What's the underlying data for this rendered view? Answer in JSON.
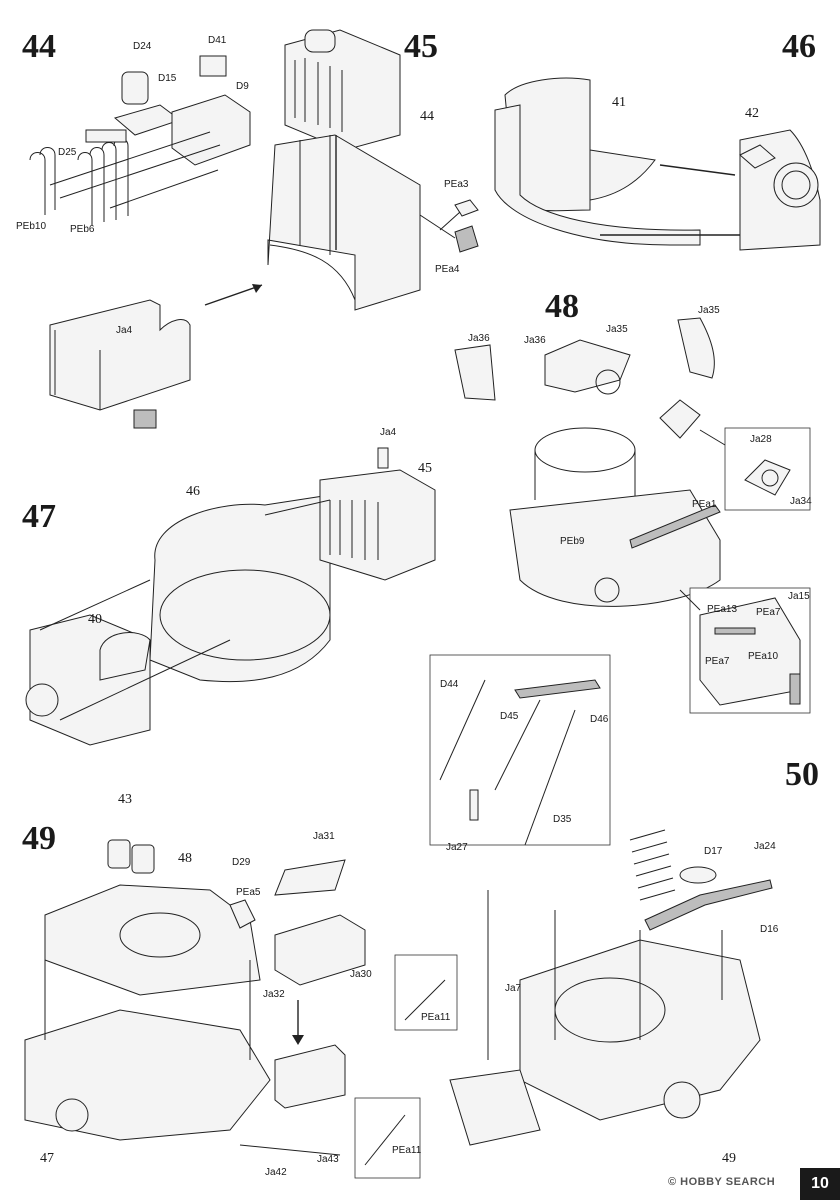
{
  "steps": {
    "s44": "44",
    "s45": "45",
    "s46": "46",
    "s47": "47",
    "s48": "48",
    "s49": "49",
    "s50": "50"
  },
  "parts": {
    "D24": "D24",
    "D41": "D41",
    "D15": "D15",
    "D9": "D9",
    "D25": "D25",
    "PEb10": "PEb10",
    "PEb6": "PEb6",
    "Ja4_a": "Ja4",
    "Ja4_b": "Ja4",
    "c44": "44",
    "PEa3": "PEa3",
    "PEa4": "PEa4",
    "c41": "41",
    "c42": "42",
    "Ja36": "Ja36",
    "Ja36b": "Ja36",
    "Ja35": "Ja35",
    "Ja35b": "Ja35",
    "Ja28": "Ja28",
    "Ja34": "Ja34",
    "PEa1": "PEa1",
    "PEb9": "PEb9",
    "PEa13": "PEa13",
    "PEa7": "PEa7",
    "PEa7b": "PEa7",
    "Ja15": "Ja15",
    "PEa10": "PEa10",
    "c46": "46",
    "c45": "45",
    "c40": "40",
    "D44": "D44",
    "D46": "D46",
    "D45": "D45",
    "D35": "D35",
    "Ja27": "Ja27",
    "c43": "43",
    "c48": "48",
    "D29": "D29",
    "PEa5": "PEa5",
    "Ja31": "Ja31",
    "Ja30": "Ja30",
    "Ja32": "Ja32",
    "Ja42": "Ja42",
    "Ja43": "Ja43",
    "PEa11": "PEa11",
    "PEa11b": "PEa11",
    "c47": "47",
    "D17": "D17",
    "Ja24": "Ja24",
    "D16": "D16",
    "Ja7": "Ja7",
    "c49": "49"
  },
  "footer": {
    "logo": "© HOBBY SEARCH",
    "page": "10"
  }
}
